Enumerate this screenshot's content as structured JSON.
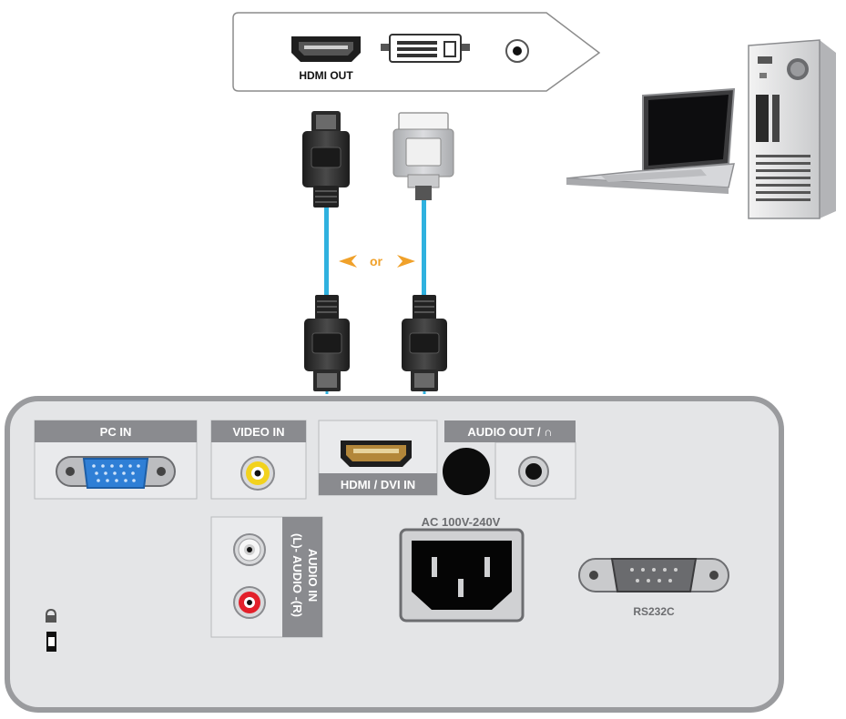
{
  "colors": {
    "panel_fill": "#e4e5e7",
    "panel_border": "#9a9b9e",
    "tab_fill": "#8a8b8f",
    "cable_blue": "#2fb1df",
    "arrow_orange": "#f0a12a",
    "connector_dark": "#2b2b2b",
    "vga_blue": "#2f7fd6",
    "rca_yellow": "#f2d21d",
    "rca_red": "#e3202a"
  },
  "source_card": {
    "hdmi_out_label": "HDMI OUT",
    "icons": [
      "hdmi-port-icon",
      "dvi-port-icon",
      "audio-jack-icon"
    ]
  },
  "cables": {
    "or_label": "or",
    "icons": [
      "hdmi-plug-icon",
      "dvi-plug-icon",
      "laptop-icon",
      "desktop-tower-icon"
    ]
  },
  "panel": {
    "pc_in": "PC IN",
    "video_in": "VIDEO IN",
    "hdmi_dvi_in": "HDMI / DVI IN",
    "audio_out": "AUDIO OUT / ∩",
    "audio_in": "AUDIO IN",
    "audio_lr": "(L)- AUDIO -(R)",
    "ac_power": "AC 100V-240V",
    "rs232c": "RS232C",
    "icons": [
      "vga-port-icon",
      "rca-yellow-icon",
      "rca-white-icon",
      "rca-red-icon",
      "power-socket-icon",
      "rs232-port-icon",
      "lock-icon"
    ]
  }
}
